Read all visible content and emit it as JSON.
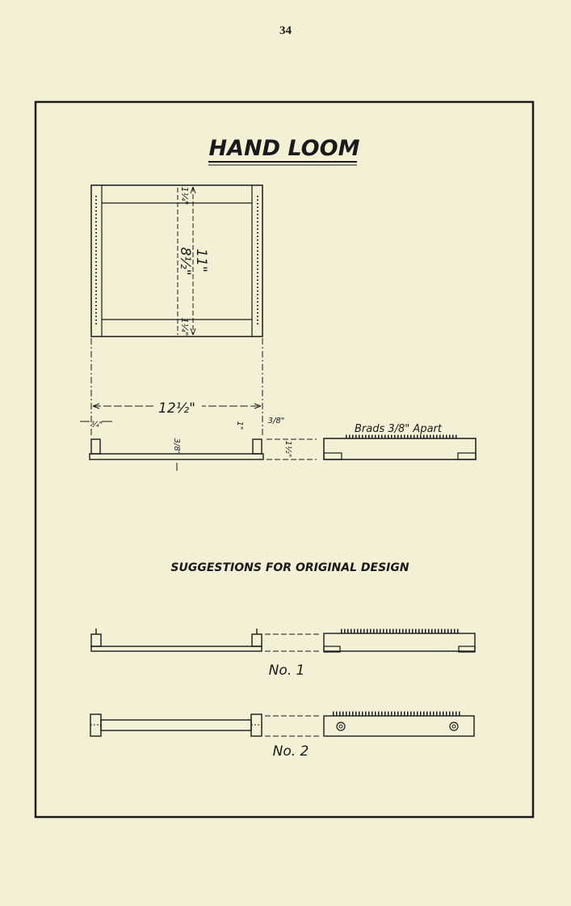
{
  "page": {
    "number": "34"
  },
  "plate": {
    "title": "HAND LOOM",
    "subtitle": "SUGGESTIONS FOR ORIGINAL DESIGN",
    "top_view": {
      "end_width": "1¼\"",
      "inner_length": "8½\"",
      "overall_length": "11\""
    },
    "front_view": {
      "width": "12½\"",
      "post_width": "¾\"",
      "post_height": "1\"",
      "bar_thickness": "3/8\"",
      "right_width": "3/8\"",
      "height": "1½\""
    },
    "side_view": {
      "note": "Brads 3/8\" Apart"
    },
    "designs": [
      {
        "label": "No. 1"
      },
      {
        "label": "No. 2"
      }
    ]
  },
  "colors": {
    "paper": "#f4f0d6",
    "ink": "#1a1a1a"
  }
}
